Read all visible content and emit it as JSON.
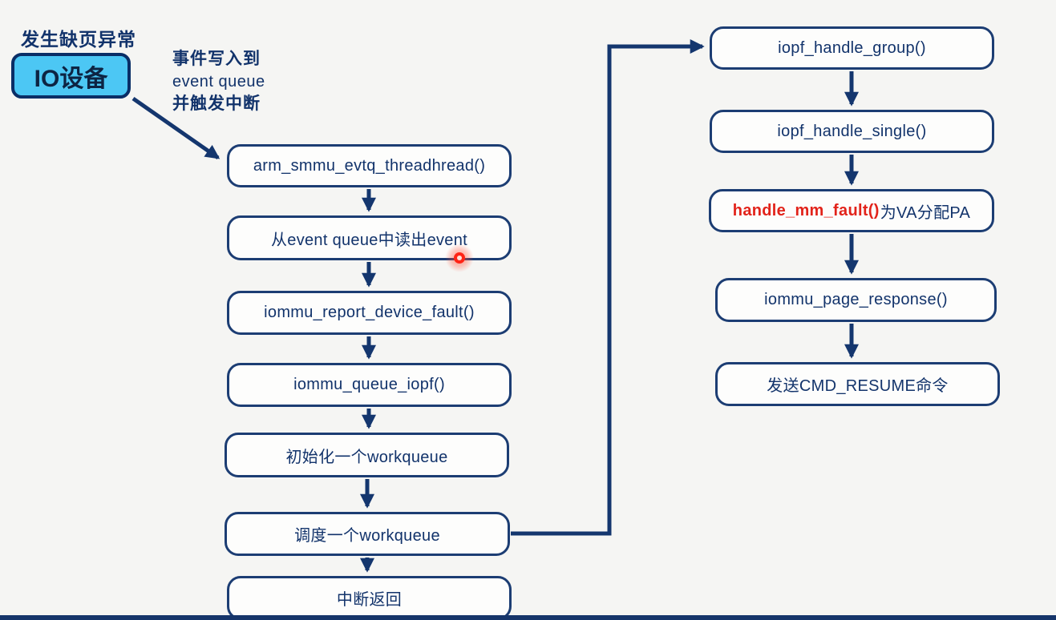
{
  "device": {
    "caption": "发生缺页异常",
    "label": "IO设备",
    "annotation_lines": [
      "事件写入到",
      "event queue",
      "并触发中断"
    ]
  },
  "left_flow": {
    "nodes": [
      {
        "label": "arm_smmu_evtq_threadhread()"
      },
      {
        "label": "从event queue中读出event"
      },
      {
        "label": "iommu_report_device_fault()"
      },
      {
        "label": "iommu_queue_iopf()"
      },
      {
        "label": "初始化一个workqueue"
      },
      {
        "label": "调度一个workqueue"
      },
      {
        "label": "中断返回"
      }
    ]
  },
  "right_flow": {
    "nodes": [
      {
        "label": "iopf_handle_group()"
      },
      {
        "label": "iopf_handle_single()"
      },
      {
        "highlight": "handle_mm_fault()",
        "label": "为VA分配PA"
      },
      {
        "label": "iommu_page_response()"
      },
      {
        "label": "发送CMD_RESUME命令"
      }
    ]
  },
  "colors": {
    "background": "#f5f5f3",
    "box_fill": "#fdfdfc",
    "box_border": "#1c3d73",
    "ink": "#12336b",
    "arrow": "#14366e",
    "device_fill": "#4cc7f4",
    "device_border": "#0a2e66",
    "highlight_red": "#e2231a",
    "bottom_bar": "#16356a"
  }
}
